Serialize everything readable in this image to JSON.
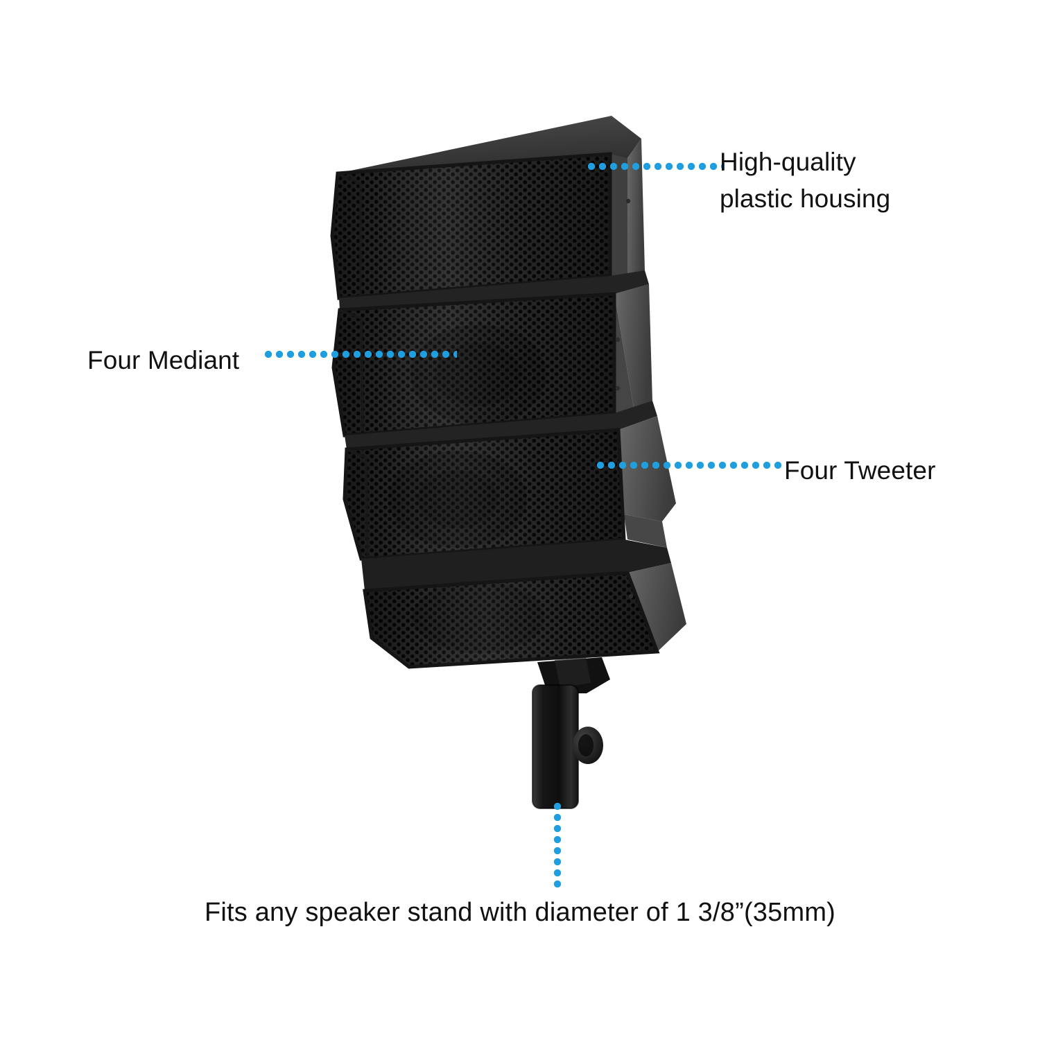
{
  "page": {
    "title": "Line array speaker feature callout diagram",
    "background_color": "#ffffff"
  },
  "product": {
    "name": "four-module line array speaker",
    "body_color": "#2a2a2a",
    "grille_color": "#1c1c1c",
    "side_panel_color": "#4e4e4e",
    "modules": 4,
    "mount": "pole-mount socket with locking knob"
  },
  "accent": {
    "dot_color": "#1f9ee0"
  },
  "callouts": [
    {
      "id": "high-quality-plastic-housing",
      "label": "High-quality\nplastic housing",
      "leader": "horizontal-dotted"
    },
    {
      "id": "four-mediant",
      "label": "Four Mediant",
      "leader": "horizontal-dotted"
    },
    {
      "id": "four-tweeter",
      "label": "Four Tweeter",
      "leader": "horizontal-dotted"
    }
  ],
  "caption": {
    "stand_fit": "Fits any speaker stand with diameter of 1 3/8”(35mm)",
    "leader": "vertical-dotted"
  }
}
